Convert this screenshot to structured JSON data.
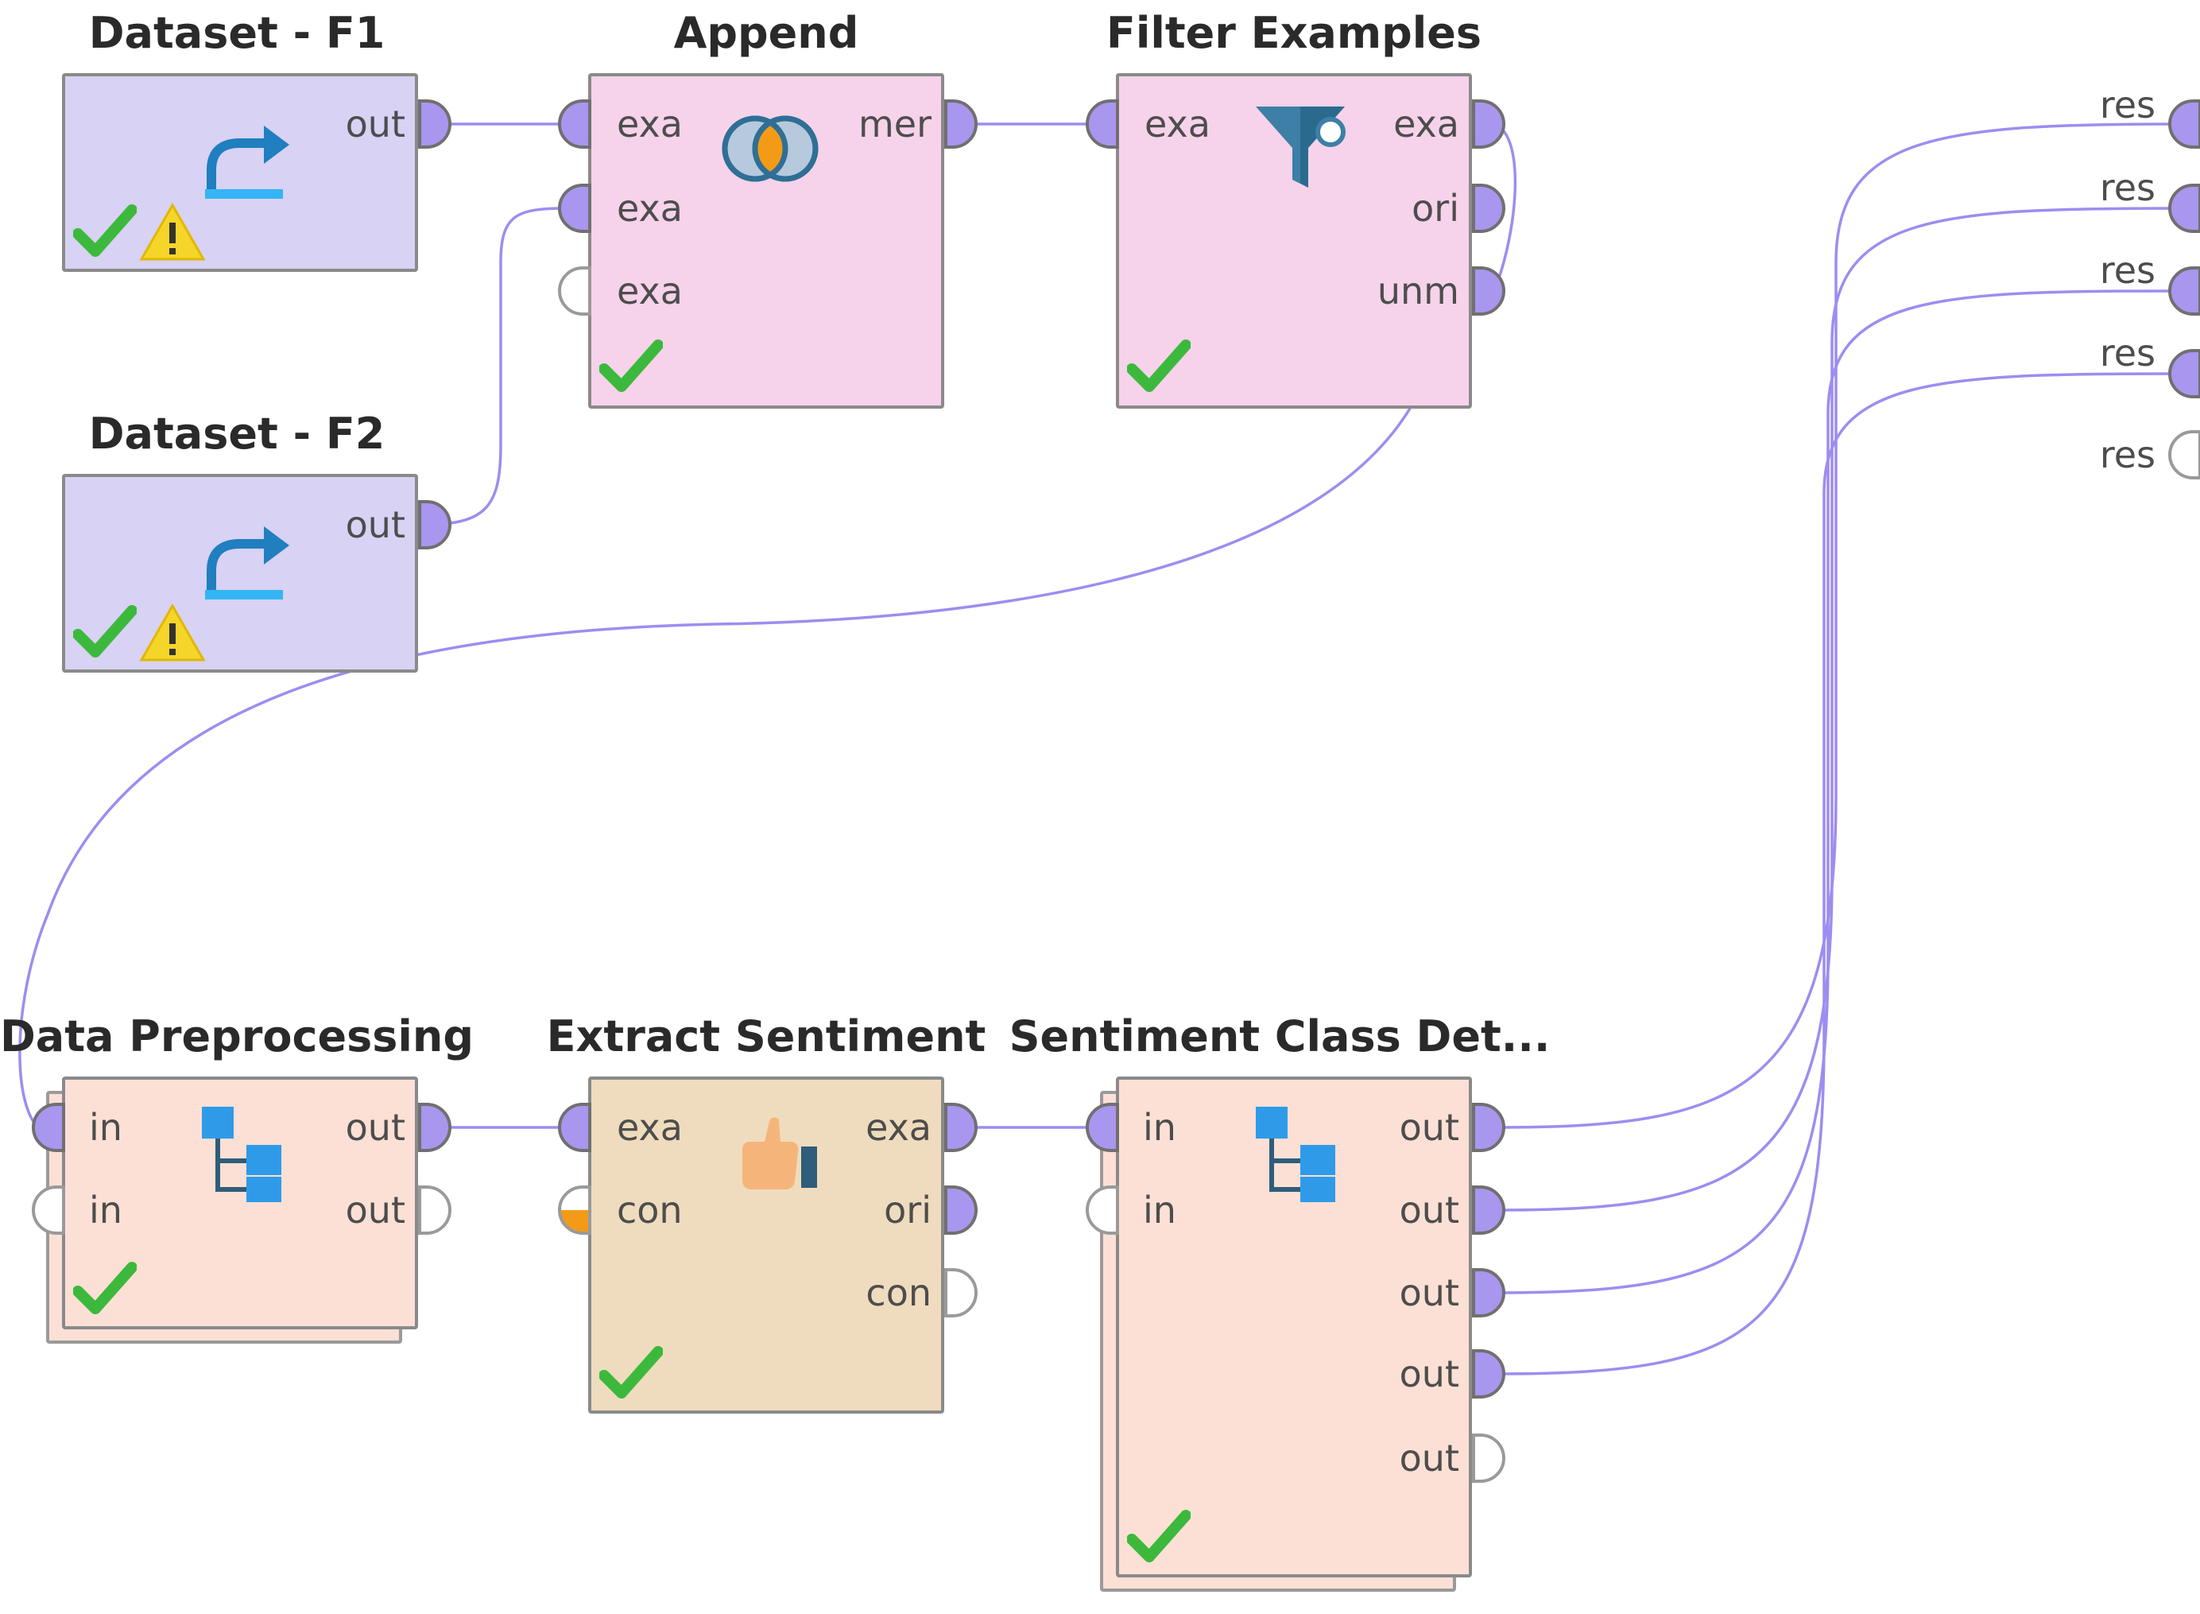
{
  "canvas": {
    "wire_color": "#9e8cf0",
    "port_color": "#a996ee",
    "check_color": "#3cb93c",
    "warn_color": "#f6d52a"
  },
  "operators": {
    "dataset_f1": {
      "title": "Dataset - F1",
      "ports_out": [
        "out"
      ],
      "icons": [
        "retrieve-arrow-icon",
        "check-icon",
        "warning-icon"
      ]
    },
    "dataset_f2": {
      "title": "Dataset - F2",
      "ports_out": [
        "out"
      ],
      "icons": [
        "retrieve-arrow-icon",
        "check-icon",
        "warning-icon"
      ]
    },
    "append": {
      "title": "Append",
      "ports_in": [
        "exa",
        "exa",
        "exa"
      ],
      "ports_out": [
        "mer"
      ],
      "icons": [
        "venn-overlap-icon",
        "check-icon"
      ]
    },
    "filter_examples": {
      "title": "Filter Examples",
      "ports_in": [
        "exa"
      ],
      "ports_out": [
        "exa",
        "ori",
        "unm"
      ],
      "icons": [
        "funnel-icon",
        "check-icon"
      ]
    },
    "data_preprocessing": {
      "title": "Data Preprocessing",
      "ports_in": [
        "in",
        "in"
      ],
      "ports_out": [
        "out",
        "out"
      ],
      "icons": [
        "subprocess-tree-icon",
        "check-icon"
      ]
    },
    "extract_sentiment": {
      "title": "Extract Sentiment",
      "ports_in": [
        "exa",
        "con"
      ],
      "ports_out": [
        "exa",
        "ori",
        "con"
      ],
      "icons": [
        "thumbs-up-icon",
        "check-icon"
      ]
    },
    "sentiment_class": {
      "title": "Sentiment Class Det...",
      "ports_in": [
        "in",
        "in"
      ],
      "ports_out": [
        "out",
        "out",
        "out",
        "out",
        "out"
      ],
      "icons": [
        "subprocess-tree-icon",
        "check-icon"
      ]
    }
  },
  "result_ports": [
    "res",
    "res",
    "res",
    "res",
    "res"
  ]
}
